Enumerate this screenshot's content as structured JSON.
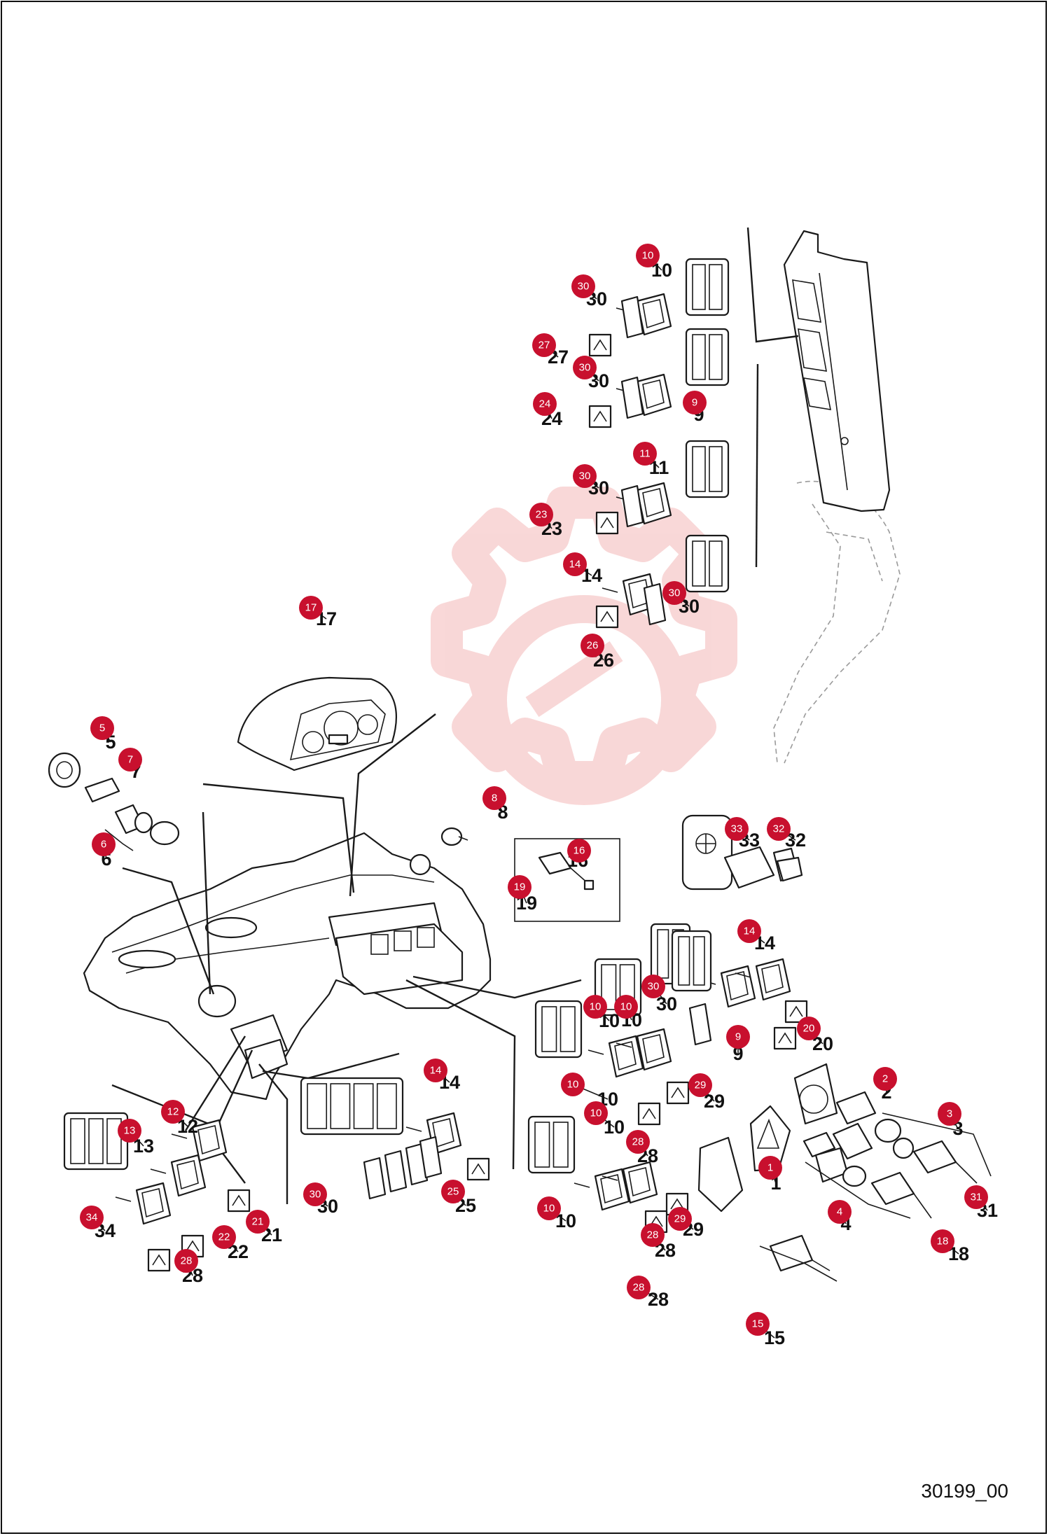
{
  "diagram": {
    "drawing_number": "30199_00",
    "watermark_text": "",
    "colors": {
      "badge": "#c8102e",
      "watermark": "#f4b8b8",
      "line": "#1a1a1a"
    },
    "callouts": [
      {
        "label": "1"
      },
      {
        "label": "2"
      },
      {
        "label": "3"
      },
      {
        "label": "4"
      },
      {
        "label": "5"
      },
      {
        "label": "6"
      },
      {
        "label": "7"
      },
      {
        "label": "8"
      },
      {
        "label": "9"
      },
      {
        "label": "9"
      },
      {
        "label": "10"
      },
      {
        "label": "10"
      },
      {
        "label": "10"
      },
      {
        "label": "10"
      },
      {
        "label": "10"
      },
      {
        "label": "10"
      },
      {
        "label": "11"
      },
      {
        "label": "12"
      },
      {
        "label": "13"
      },
      {
        "label": "14"
      },
      {
        "label": "14"
      },
      {
        "label": "14"
      },
      {
        "label": "15"
      },
      {
        "label": "16"
      },
      {
        "label": "17"
      },
      {
        "label": "18"
      },
      {
        "label": "19"
      },
      {
        "label": "20"
      },
      {
        "label": "21"
      },
      {
        "label": "22"
      },
      {
        "label": "23"
      },
      {
        "label": "24"
      },
      {
        "label": "25"
      },
      {
        "label": "26"
      },
      {
        "label": "27"
      },
      {
        "label": "28"
      },
      {
        "label": "28"
      },
      {
        "label": "28"
      },
      {
        "label": "28"
      },
      {
        "label": "29"
      },
      {
        "label": "29"
      },
      {
        "label": "30"
      },
      {
        "label": "30"
      },
      {
        "label": "30"
      },
      {
        "label": "30"
      },
      {
        "label": "30"
      },
      {
        "label": "30"
      },
      {
        "label": "31"
      },
      {
        "label": "32"
      },
      {
        "label": "33"
      },
      {
        "label": "34"
      }
    ]
  }
}
